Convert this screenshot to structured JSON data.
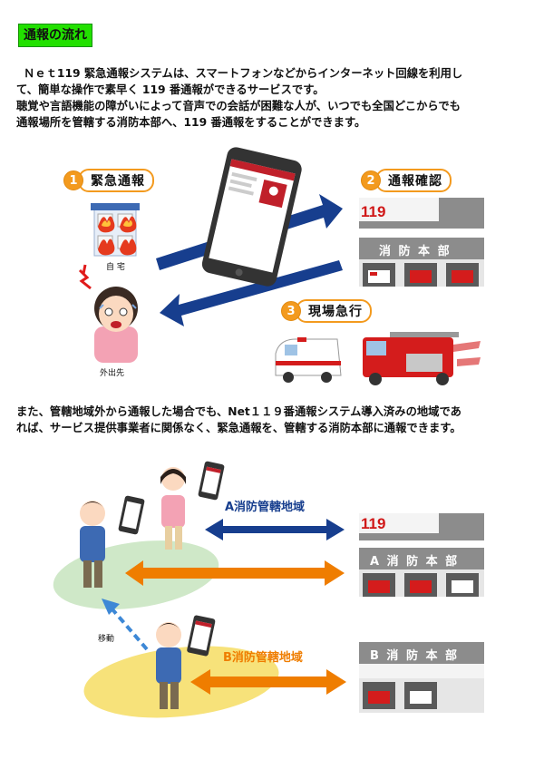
{
  "title": "通報の流れ",
  "intro": [
    "Ｎｅｔ119 緊急通報システムは、スマートフォンなどからインターネット回線を利用し",
    "て、簡単な操作で素早く 119 番通報ができるサービスです。",
    "聴覚や言語機能の障がいによって音声での会話が困難な人が、いつでも全国どこからでも",
    "通報場所を管轄する消防本部へ、119 番通報をすることができます。"
  ],
  "steps": [
    {
      "num": "1",
      "label": "緊急通報"
    },
    {
      "num": "2",
      "label": "通報確認"
    },
    {
      "num": "3",
      "label": "現場急行"
    }
  ],
  "labels": {
    "home": "自 宅",
    "outside": "外出先",
    "move": "移動"
  },
  "stations": {
    "main_119": "119",
    "main_name": "消 防 本 部",
    "a_119": "119",
    "a_name": "A 消 防 本 部",
    "b_name": "B 消 防 本 部"
  },
  "second": [
    "また、管轄地域外から通報した場合でも、Net１１９番通報システム導入済みの地域であ",
    "れば、サービス提供事業者に関係なく、緊急通報を、管轄する消防本部に通報できます。"
  ],
  "regions": {
    "a": "A消防管轄地域",
    "b": "B消防管轄地域"
  },
  "colors": {
    "title_bg": "#22e000",
    "accent_orange": "#f39a1e",
    "arrow_blue": "#173e8e",
    "arrow_orange": "#ef7d00",
    "station_gray": "#8c8c8c",
    "green_area": "#cfe8c8",
    "yellow_area": "#f7e27a"
  }
}
